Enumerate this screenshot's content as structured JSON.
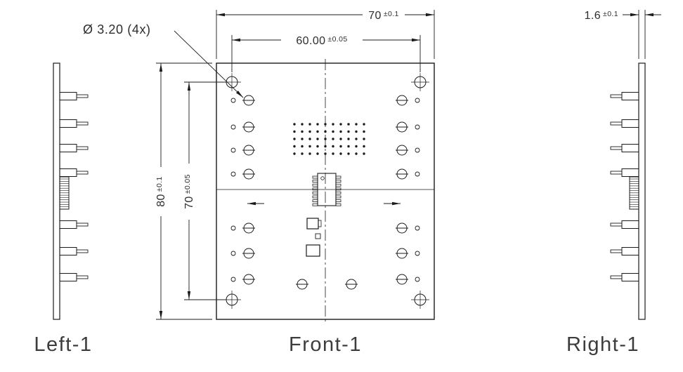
{
  "drawing": {
    "views": {
      "left": {
        "label": "Left-1"
      },
      "front": {
        "label": "Front-1"
      },
      "right": {
        "label": "Right-1"
      }
    },
    "dimensions": {
      "board_width": {
        "value": "70",
        "tolerance": "±0.1"
      },
      "hole_spacing_x": {
        "value": "60.00",
        "tolerance": "±0.05"
      },
      "board_height": {
        "value": "80",
        "tolerance": "±0.1"
      },
      "hole_spacing_y": {
        "value": "70",
        "tolerance": "±0.05"
      },
      "board_thickness": {
        "value": "1.6",
        "tolerance": "±0.1"
      },
      "hole_callout": "Ø 3.20 (4x)"
    },
    "line_color": "#1b1b1b"
  }
}
